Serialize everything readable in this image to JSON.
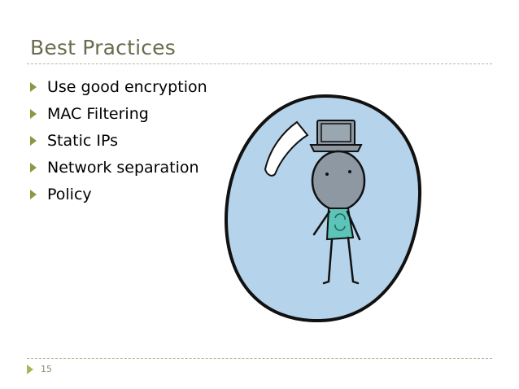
{
  "slide": {
    "title": "Best Practices",
    "bullets": [
      "Use good encryption",
      "MAC Filtering",
      "Static IPs",
      "Network separation",
      "Policy"
    ],
    "page_number": "15"
  },
  "colors": {
    "title": "#6b6b4f",
    "bullet_marker": "#8a9a44",
    "rule": "#b8b79a",
    "bubble_fill": "#b5d3ea",
    "shirt": "#5cc4b8",
    "head": "#8d98a3",
    "laptop": "#8d98a3"
  },
  "illustration": {
    "subject": "stick-figure-in-bubble-with-laptop-on-head"
  }
}
